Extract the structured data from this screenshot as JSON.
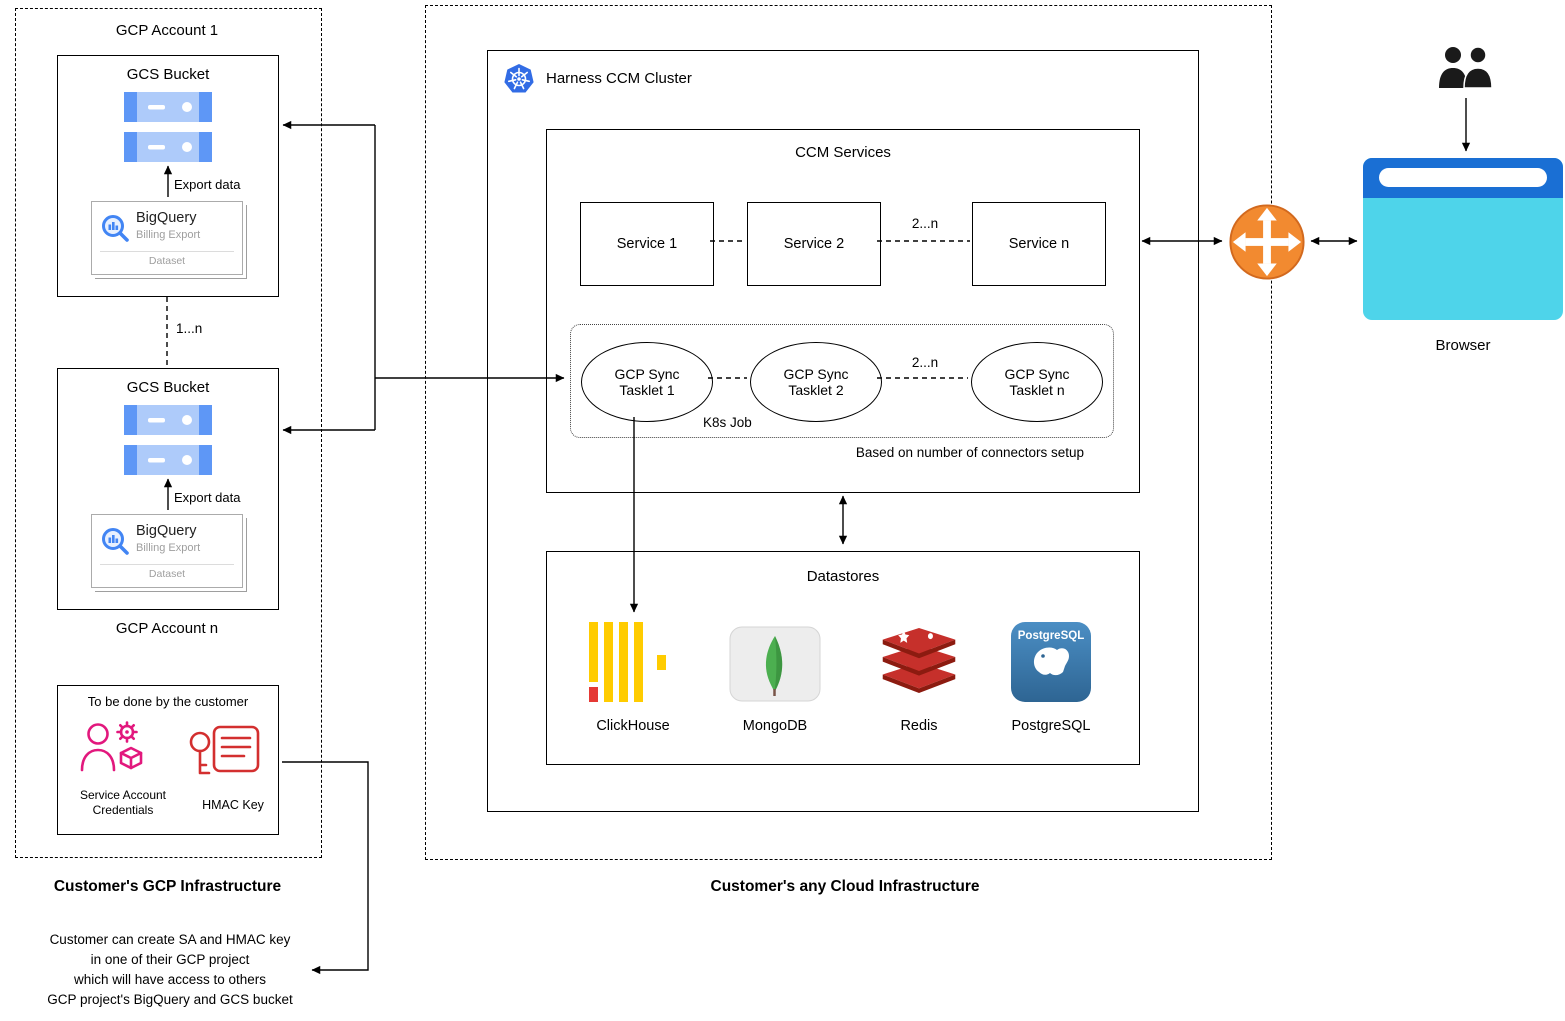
{
  "gcp_infra": {
    "caption": "Customer's GCP Infrastructure",
    "account1_label": "GCP Account 1",
    "account_n_label": "GCP Account n",
    "bucket_link_label": "1...n",
    "buckets": [
      {
        "title": "GCS Bucket",
        "export_label": "Export data",
        "bigquery_title": "BigQuery",
        "bigquery_subtitle": "Billing Export",
        "bigquery_dataset": "Dataset"
      },
      {
        "title": "GCS Bucket",
        "export_label": "Export data",
        "bigquery_title": "BigQuery",
        "bigquery_subtitle": "Billing Export",
        "bigquery_dataset": "Dataset"
      }
    ],
    "customer_tasks": {
      "title": "To be done by the customer",
      "service_account_label": "Service Account\nCredentials",
      "hmac_label": "HMAC Key"
    },
    "note": "Customer can create SA and HMAC key\nin one of their GCP project\nwhich will have access to others\nGCP project's BigQuery and GCS bucket"
  },
  "cloud_infra": {
    "caption": "Customer's any Cloud Infrastructure",
    "cluster_title": "Harness CCM Cluster",
    "ccm_services": {
      "title": "CCM Services",
      "services": [
        {
          "label": "Service 1"
        },
        {
          "label": "Service 2"
        },
        {
          "label": "Service n"
        }
      ],
      "services_gap_label": "2...n",
      "tasklets": [
        {
          "label": "GCP Sync Tasklet 1"
        },
        {
          "label": "GCP Sync Tasklet 2"
        },
        {
          "label": "GCP Sync Tasklet n"
        }
      ],
      "tasklets_gap_label": "2...n",
      "k8s_job_label": "K8s Job",
      "connectors_note": "Based on number of connectors setup"
    },
    "datastores": {
      "title": "Datastores",
      "items": [
        {
          "label": "ClickHouse"
        },
        {
          "label": "MongoDB"
        },
        {
          "label": "Redis"
        },
        {
          "label": "PostgreSQL"
        }
      ],
      "postgresql_icon_text": "PostgreSQL"
    }
  },
  "client": {
    "browser_label": "Browser"
  },
  "colors": {
    "gcp_blue": "#4285f4",
    "gcs_bucket_light": "#aecbfa",
    "gcs_bucket_dark": "#5e97f6",
    "magenta_accent": "#e2187d",
    "red_accent": "#d32f2f",
    "k8s_blue": "#326ce5",
    "load_balancer_orange": "#f28a30",
    "browser_header_blue": "#1a6fd4",
    "browser_body_cyan": "#4ed4ea",
    "clickhouse_yellow": "#ffcc00",
    "clickhouse_red": "#e53935",
    "mongodb_green": "#4caf50",
    "redis_red": "#c6302b",
    "postgresql_blue": "#2e6593"
  }
}
